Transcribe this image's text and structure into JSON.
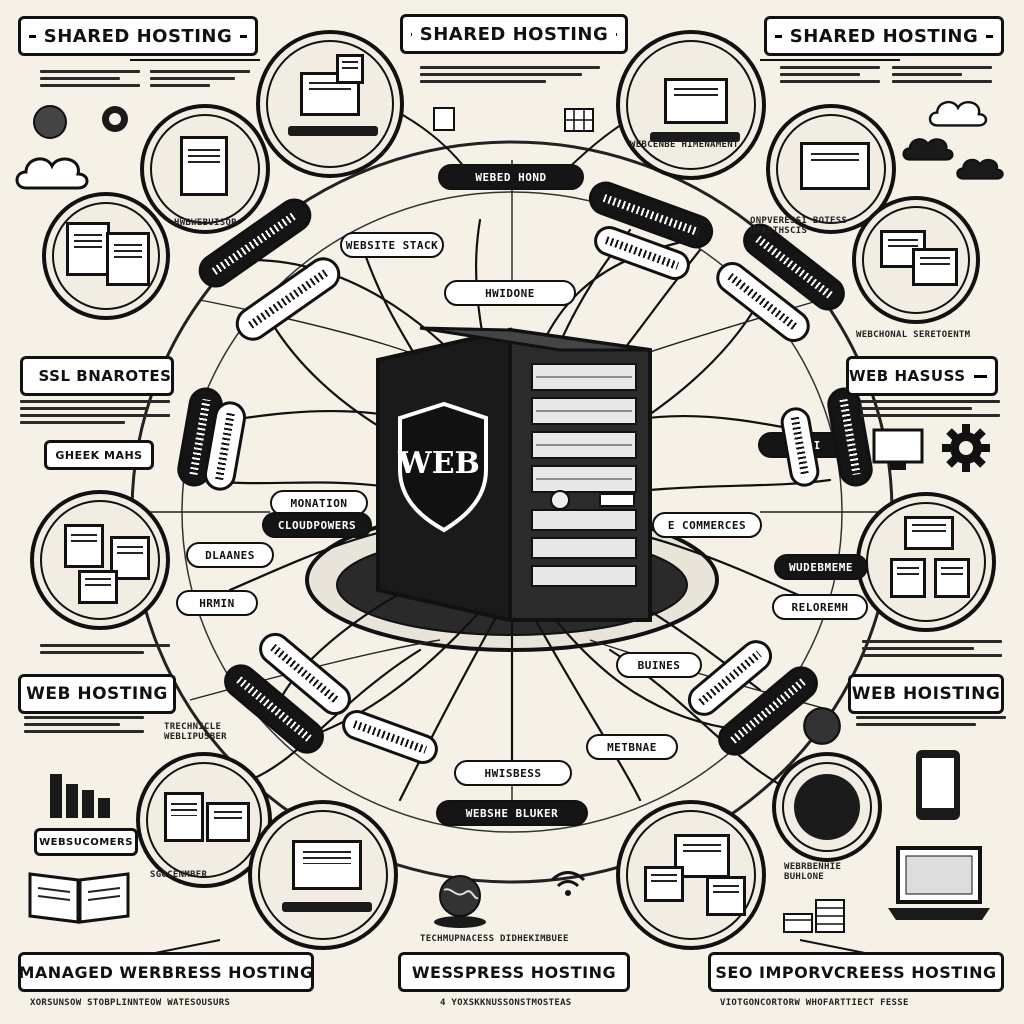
{
  "center": {
    "label": "WEB"
  },
  "top_banners": {
    "left": "SHARED HOSTING",
    "middle": "SHARED HOSTING",
    "right": "SHARED HOSTING"
  },
  "side_banners": {
    "ssl": "SSL BNAROTES",
    "web_hassuss": "WEB HASUSS",
    "web_hosting_left": "WEB HOSTING",
    "web_hosting_right": "WEB HOISTING",
    "gheek_mahs": "GHEEK MAHS",
    "websuccomers": "WEBSUCOMERS"
  },
  "bottom_banners": {
    "left": "MANAGED WERBRESS HOSTING",
    "middle": "WESSPRESS HOSTING",
    "right": "SEO IMPORVCREESS HOSTING"
  },
  "tags": {
    "webed_hond": "WEBED HOND",
    "websbe_bluker": "WEBSHE BLUKER",
    "websbe_stack": "WEBSITE STACK",
    "monation": "MONATION",
    "cloudpowers": "CLOUDPOWERS",
    "e_commerces": "E COMMERCES",
    "bunes": "BUINES",
    "hwidone": "HWIDONE",
    "sesoi": "SESOI",
    "dlaanes": "DLAANES",
    "hrmin": "HRMIN",
    "wudebmeme": "WUDEBMEME",
    "reloremh": "RELOREMH",
    "hwisbess": "HWISBESS",
    "metbnae": "METBNAE"
  },
  "captions": {
    "webserver_seretoentm": "WEBCHONAL SERETOENTM",
    "hwb_webuisor": "HWBWEBUISOR",
    "onperessi": "ONPVERESSI BOTESS UFADTHSCIS",
    "trechnicle": "TRECHNICLE WEBLIPUSBER",
    "techmuprocess": "TECHMUPNACESS DIDHEKIMBUEE",
    "wesebnesi": "WEBCENBE HIMENAMENT",
    "webenssue": "WEBRBENHIE BUHLONE",
    "sgocenmber": "SGOCENMBER",
    "bottom_left_foot": "XORSUNSOW STOBPLINNTEOW WATESOUSURS",
    "bottom_mid_foot": "4 YOXSKKNUSSONSTMOSTEAS",
    "bottom_right_foot": "VIOTGONCORTORW WHOFARTTIECT FESSE"
  }
}
